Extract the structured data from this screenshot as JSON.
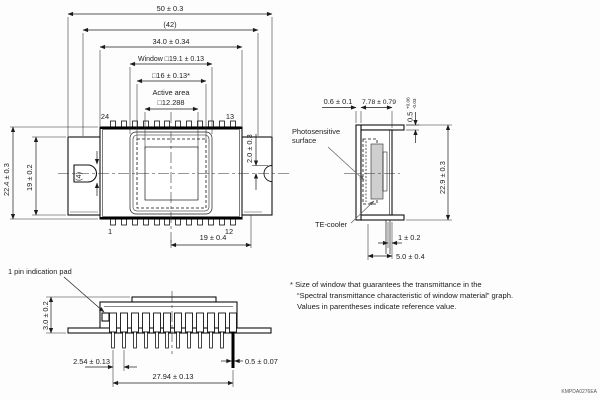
{
  "drawing_code": "KMPDA0276EA",
  "top_view": {
    "dims": {
      "overall_width": "50 ± 0.3",
      "ref_width": "(42)",
      "body_width": "34.0 ± 0.34",
      "window": "Window □19.1 ± 0.13",
      "window_guaranteed": "□16 ± 0.13*",
      "active_area_label": "Active area",
      "active_area": "□12.288",
      "overall_height": "22.4 ± 0.3",
      "flange_height": "19 ± 0.2",
      "tube_ref": "(4)",
      "notch_offset": "2.0 ± 0.3",
      "lead_span": "19 ± 0.4"
    },
    "pins": {
      "top_left": "24",
      "top_right": "13",
      "bottom_left": "1",
      "bottom_right": "12"
    }
  },
  "side_view": {
    "labels": {
      "photosensitive_line1": "Photosensitive",
      "photosensitive_line2": "surface",
      "te_cooler": "TE-cooler"
    },
    "dims": {
      "window_thickness": "0.6 ± 0.1",
      "depth": "7.78 ± 0.79",
      "flange_thickness_value": "0.5",
      "flange_thickness_plus": "+0.06",
      "flange_thickness_minus": "-0.03",
      "height": "22.9 ± 0.3",
      "lead_offset": "1 ± 0.2",
      "lead_inset": "5.0 ± 0.4"
    }
  },
  "front_view": {
    "labels": {
      "pin1_pad": "1 pin indication pad"
    },
    "dims": {
      "height": "3.0 ± 0.2",
      "lead_pitch": "2.54 ± 0.13",
      "lead_span": "27.94 ± 0.13",
      "lead_width": "0.5 ± 0.07"
    }
  },
  "notes": {
    "line1": "* Size of window that guarantees the transmittance in the",
    "line2": "“Spectral transmittance characteristic of window material” graph.",
    "line3": "Values in parentheses indicate reference value."
  }
}
